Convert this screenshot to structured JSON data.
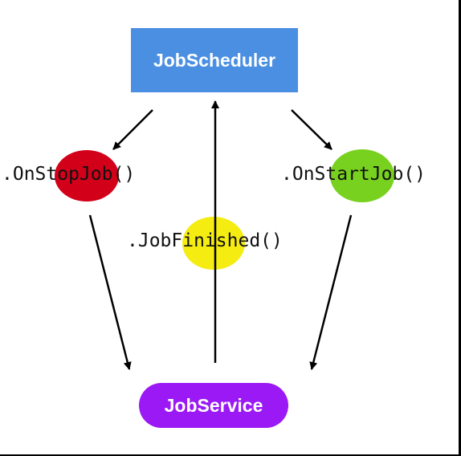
{
  "nodes": {
    "scheduler": {
      "label": "JobScheduler",
      "color": "#4a8fe2"
    },
    "service": {
      "label": "JobService",
      "color": "#9b19f5"
    }
  },
  "callbacks": {
    "stop": {
      "label": ".OnStopJob()",
      "color": "#d3001a"
    },
    "start": {
      "label": ".OnStartJob()",
      "color": "#78d11f"
    },
    "finished": {
      "label": ".JobFinished()",
      "color": "#f5ec11"
    }
  }
}
